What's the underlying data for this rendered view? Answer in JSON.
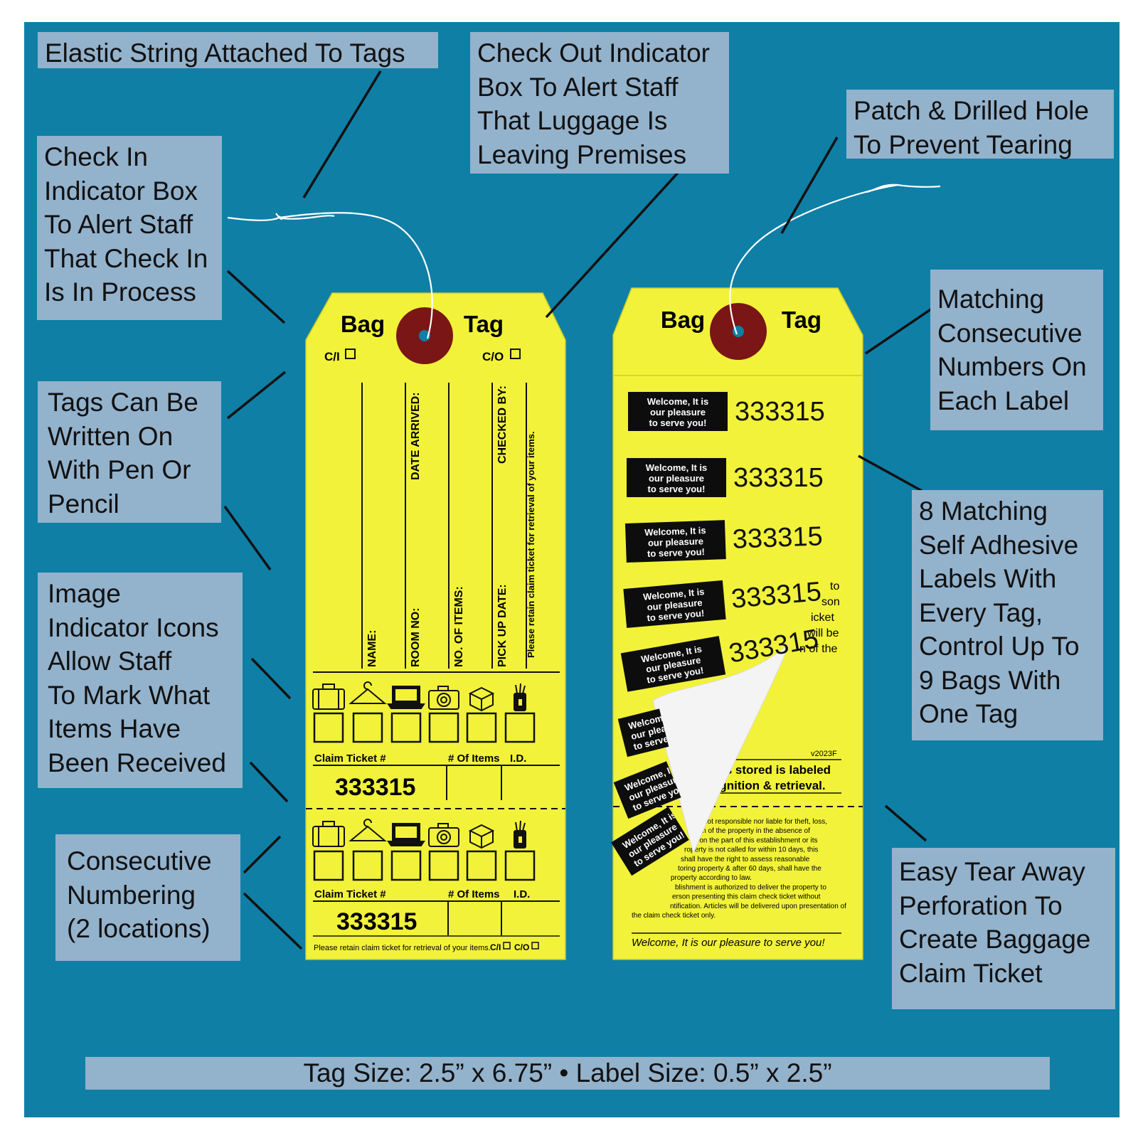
{
  "callouts": {
    "elastic_string": "Elastic String Attached To Tags",
    "check_out_indicator": "Check Out Indicator\nBox To Alert Staff\nThat Luggage Is\nLeaving Premises",
    "patch_hole": "Patch & Drilled Hole\nTo Prevent Tearing",
    "check_in_indicator": "Check In\nIndicator Box\nTo Alert Staff\nThat Check In\nIs In Process",
    "writable": "Tags Can Be\nWritten On\nWith Pen Or\nPencil",
    "matching_numbers": "Matching\nConsecutive\nNumbers On\nEach Label",
    "image_icons": "Image\nIndicator Icons\nAllow Staff\nTo Mark What\nItems Have\nBeen Received",
    "adhesive_labels": "8 Matching\nSelf Adhesive\nLabels With\nEvery Tag,\nControl Up To\n9 Bags With\nOne Tag",
    "consecutive_numbering": "Consecutive\nNumbering\n(2 locations)",
    "tear_away": "Easy Tear Away\nPerforation To\nCreate Baggage\nClaim Ticket"
  },
  "footer": "Tag Size: 2.5” x 6.75” • Label Size: 0.5” x 2.5”",
  "front_tag": {
    "bag": "Bag",
    "tag": "Tag",
    "ci": "C/I",
    "co": "C/O",
    "fields": [
      "NAME:",
      "DATE ARRIVED:",
      "ROOM NO:",
      "NO. OF ITEMS:",
      "PICK UP DATE:",
      "CHECKED BY:"
    ],
    "retain_note": "Please retain claim ticket for retrieval of your items.",
    "claim_label": "Claim Ticket #",
    "items_label": "# Of Items",
    "id_label": "I.D.",
    "number": "333315",
    "bottom_note": "Please retain claim ticket for retrieval of your items.",
    "bottom_ci": "C/I",
    "bottom_co": "C/O",
    "icons": [
      "suitcase-icon",
      "hanger-icon",
      "laptop-icon",
      "camera-icon",
      "box-icon",
      "golf-bag-icon"
    ]
  },
  "back_tag": {
    "bag": "Bag",
    "tag": "Tag",
    "welcome_label": "Welcome, It is our pleasure to serve you!",
    "number": "333315",
    "partial_text": [
      "to",
      "son",
      "icket",
      "will be",
      "n of the"
    ],
    "version": "v2023F",
    "stored_line1": "is stored is labeled",
    "stored_line2": "ognition & retrieval.",
    "disclaimer": [
      "is not responsible nor liable for theft, loss,",
      "uction of the property in the absence of",
      "e on the part of this establishment or its",
      "roperty is not called for within 10 days, this",
      "shall have the right to assess reasonable",
      "toring property & after 60 days, shall have the",
      "property according to law.",
      "blishment is authorized to deliver the property to",
      "erson presenting this claim check ticket without",
      "ntification. Articles will be delivered upon presentation of",
      "the claim check ticket only."
    ],
    "footer_welcome": "Welcome, It is our pleasure to serve you!"
  }
}
